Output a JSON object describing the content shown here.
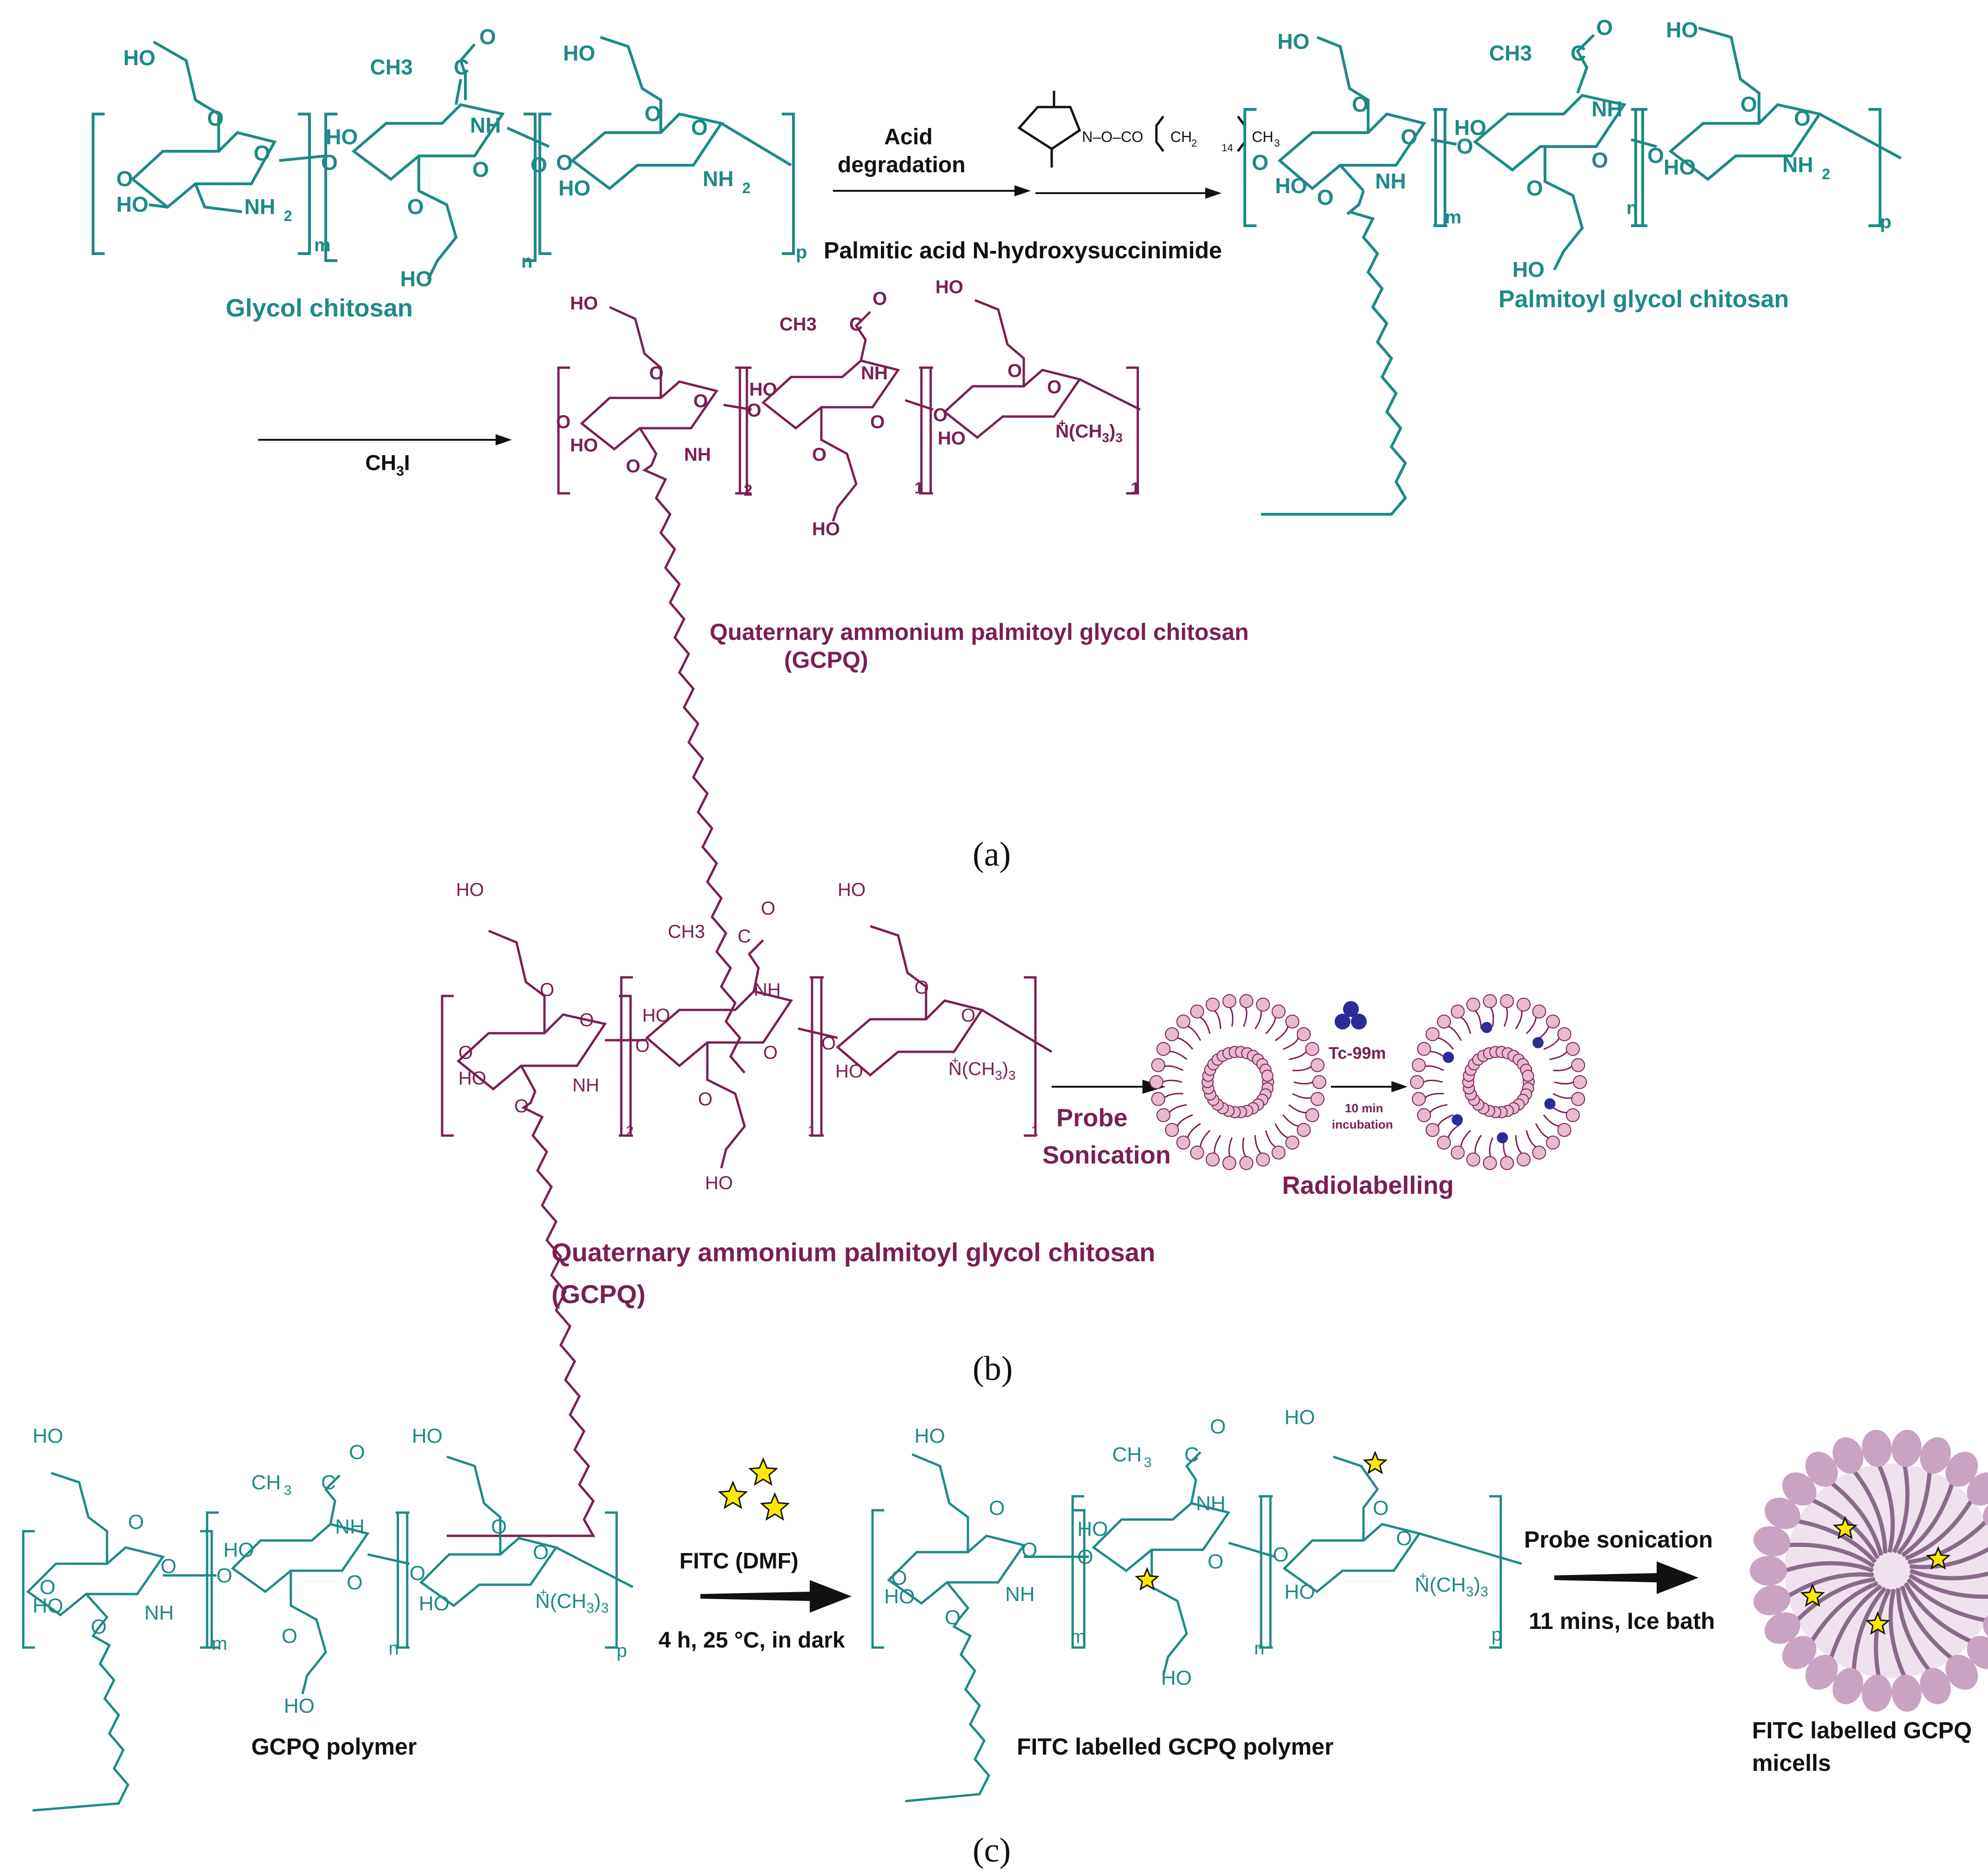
{
  "panels": {
    "a": "(a)",
    "b": "(b)",
    "c": "(c)"
  },
  "colors": {
    "teal": "#1e8a87",
    "plum": "#7a1f54",
    "star": "#ffe800",
    "tc": "#2b2b9a",
    "lipid": "#e8b9cf",
    "micelle": "#c9a3c2"
  },
  "panel_a": {
    "glycol_chitosan_label": "Glycol chitosan",
    "acid_degradation_1": "Acid",
    "acid_degradation_2": "degradation",
    "pans_reagent_label": "Palmitic acid N-hydroxysuccinimide",
    "pans_formula_1": "N–O–CO",
    "pans_formula_2": "CH",
    "pans_formula_3": "2",
    "pans_formula_4": "14",
    "pans_formula_5": "CH",
    "pans_formula_6": "3",
    "palmitoyl_label": "Palmitoyl glycol chitosan",
    "ch3i_label": "CH",
    "ch3i_sub": "3",
    "ch3i_I": "I",
    "gcpq_label_1": "Quaternary ammonium palmitoyl glycol chitosan",
    "gcpq_label_2": "(GCPQ)"
  },
  "panel_b": {
    "probe_1": "Probe",
    "probe_2": "Sonication",
    "tc": "Tc-99m",
    "incubation_1": "10 min",
    "incubation_2": "incubation",
    "radiolabelling": "Radiolabelling",
    "gcpq_label_1": "Quaternary ammonium palmitoyl glycol chitosan",
    "gcpq_label_2": "(GCPQ)"
  },
  "panel_c": {
    "fitc_dmf": "FITC (DMF)",
    "conditions": "4 h, 25 °C, in dark",
    "gcpq_polymer": "GCPQ polymer",
    "fitc_polymer": "FITC labelled GCPQ polymer",
    "probe": "Probe sonication",
    "probe_conditions": "11 mins, Ice bath",
    "micelle_1": "FITC labelled GCPQ",
    "micelle_2": "micells"
  },
  "atoms": {
    "HO": "HO",
    "O": "O",
    "NH": "NH",
    "NH2": "NH",
    "sub2": "2",
    "CH3": "CH3",
    "C": "C",
    "N": "N",
    "CH3_paren": "(CH",
    "close3": ")",
    "three": "3",
    "plus": "+",
    "CH": "CH"
  },
  "repeat_subscripts": {
    "m": "m",
    "n": "n",
    "p": "p",
    "two": "2",
    "one": "1"
  }
}
